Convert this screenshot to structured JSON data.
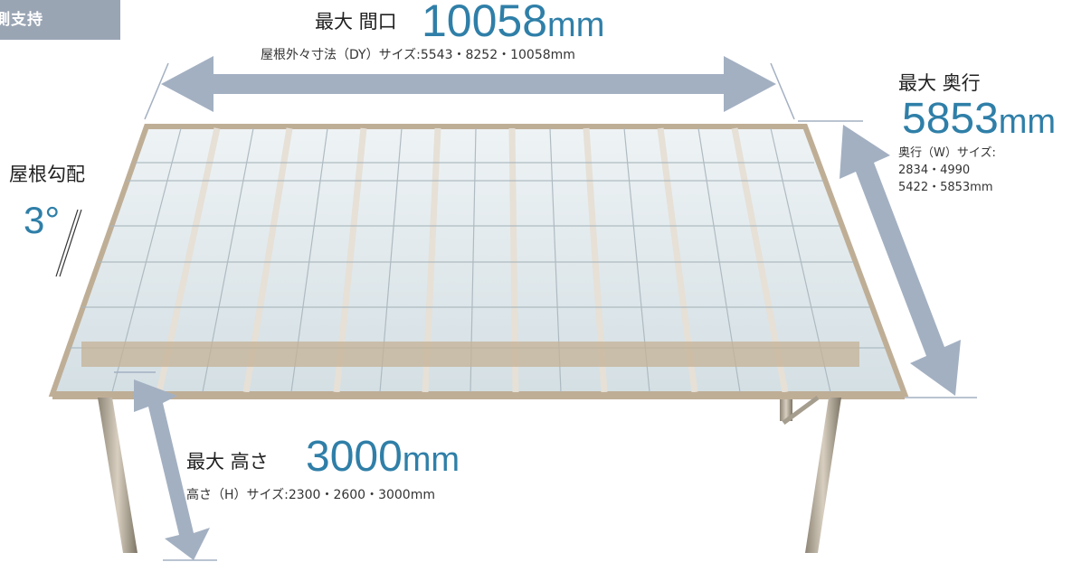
{
  "tag": {
    "label": "側支持"
  },
  "width_spec": {
    "label": "最大 間口",
    "value": "10058",
    "unit": "mm",
    "note": "屋根外々寸法（DY）サイズ:5543・8252・10058mm"
  },
  "depth_spec": {
    "label": "最大 奥行",
    "value": "5853",
    "unit": "mm",
    "note_line1": "奥行（W）サイズ:",
    "note_line2": "2834・4990",
    "note_line3": "5422・5853mm"
  },
  "slope_spec": {
    "label": "屋根勾配",
    "value": "3°"
  },
  "height_spec": {
    "label": "最大 高さ",
    "value": "3000",
    "unit": "mm",
    "note": "高さ（H）サイズ:2300・2600・3000mm"
  },
  "colors": {
    "accent": "#2f7fa8",
    "arrow": "#a3b0c2",
    "tag_bg": "#9aa5b4",
    "frame": "#cbb9a2",
    "roof_glass": "#dfe8ec"
  }
}
